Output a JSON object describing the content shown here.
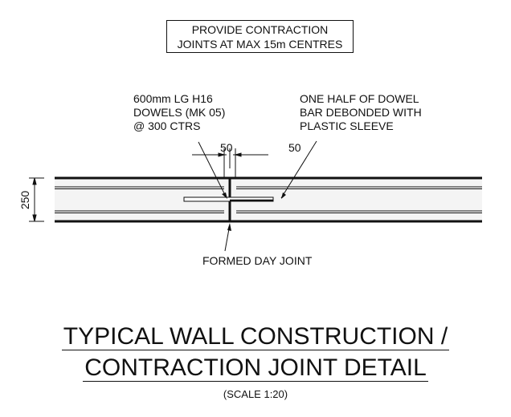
{
  "note_box": [
    "PROVIDE CONTRACTION",
    "JOINTS AT MAX 15m CENTRES"
  ],
  "left_label": [
    "600mm LG H16",
    "DOWELS (MK 05)",
    "@ 300 CTRS"
  ],
  "right_label": [
    "ONE HALF OF DOWEL",
    "BAR DEBONDED WITH",
    "PLASTIC SLEEVE"
  ],
  "dimensions": {
    "left": "50",
    "right": "50",
    "wall_thickness": "250"
  },
  "joint_label": "FORMED DAY JOINT",
  "title": [
    "TYPICAL WALL CONSTRUCTION /",
    "CONTRACTION JOINT DETAIL"
  ],
  "scale": "(SCALE 1:20)"
}
